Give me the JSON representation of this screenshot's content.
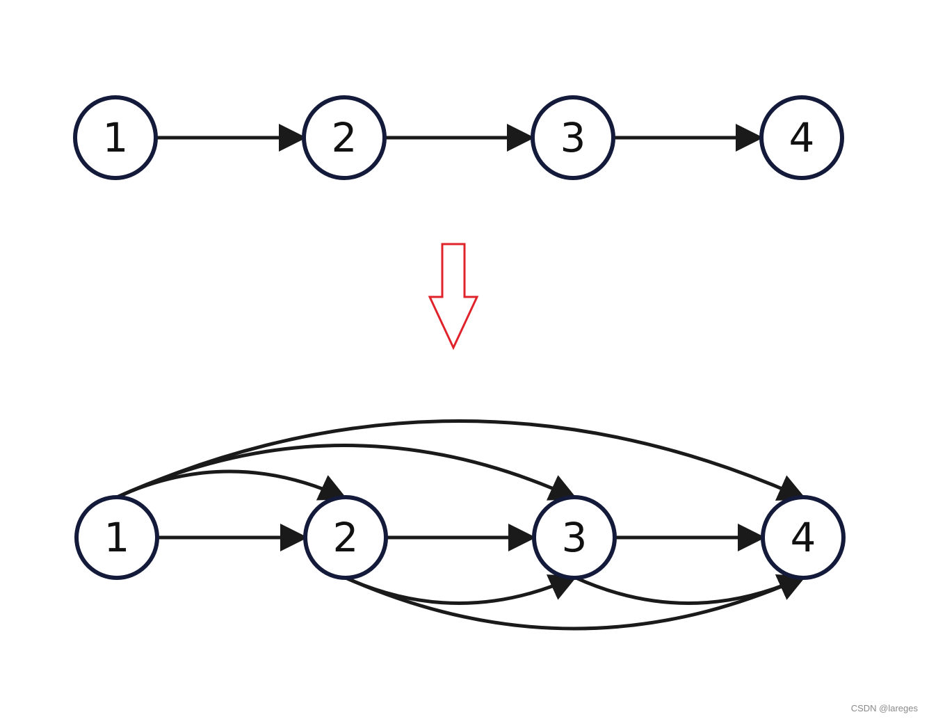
{
  "graphs": {
    "before": {
      "nodes": [
        {
          "id": "1",
          "label": "1"
        },
        {
          "id": "2",
          "label": "2"
        },
        {
          "id": "3",
          "label": "3"
        },
        {
          "id": "4",
          "label": "4"
        }
      ],
      "edges": [
        {
          "from": "1",
          "to": "2"
        },
        {
          "from": "2",
          "to": "3"
        },
        {
          "from": "3",
          "to": "4"
        }
      ]
    },
    "after": {
      "nodes": [
        {
          "id": "1",
          "label": "1"
        },
        {
          "id": "2",
          "label": "2"
        },
        {
          "id": "3",
          "label": "3"
        },
        {
          "id": "4",
          "label": "4"
        }
      ],
      "edges": [
        {
          "from": "1",
          "to": "2"
        },
        {
          "from": "2",
          "to": "3"
        },
        {
          "from": "3",
          "to": "4"
        },
        {
          "from": "1",
          "to": "3"
        },
        {
          "from": "1",
          "to": "4"
        },
        {
          "from": "2",
          "to": "4"
        }
      ]
    }
  },
  "transform_arrow": {
    "direction": "down",
    "color": "#e0232b"
  },
  "colors": {
    "node_stroke": "#141a3a",
    "edge": "#1a1a1a"
  },
  "watermark": "CSDN @lareges"
}
